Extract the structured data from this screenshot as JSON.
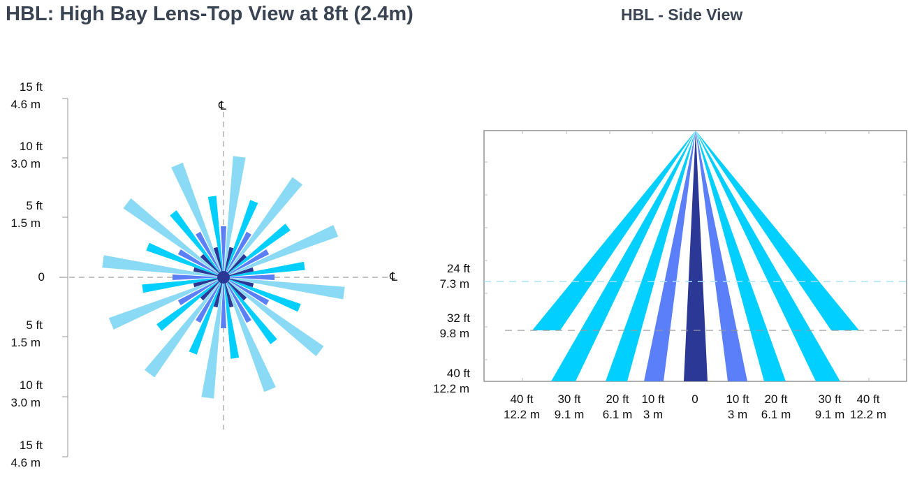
{
  "top_view": {
    "title": "HBL: High Bay Lens-Top View at 8ft (2.4m)",
    "centerline_symbol": "℄",
    "y_axis_labels": [
      {
        "ft": "15 ft",
        "m": "4.6 m"
      },
      {
        "ft": "10 ft",
        "m": "3.0 m"
      },
      {
        "ft": "5 ft",
        "m": "1.5 m"
      },
      {
        "ft": "0",
        "m": ""
      },
      {
        "ft": "5 ft",
        "m": "1.5 m"
      },
      {
        "ft": "10 ft",
        "m": "3.0 m"
      },
      {
        "ft": "15 ft",
        "m": "4.6 m"
      }
    ]
  },
  "side_view": {
    "title": "HBL - Side View",
    "y_labels": [
      {
        "ft": "24 ft",
        "m": "7.3 m"
      },
      {
        "ft": "32 ft",
        "m": "9.8 m"
      },
      {
        "ft": "40 ft",
        "m": "12.2 m"
      }
    ],
    "x_labels": [
      {
        "ft": "40 ft",
        "m": "12.2 m"
      },
      {
        "ft": "30 ft",
        "m": "9.1 m"
      },
      {
        "ft": "20 ft",
        "m": "6.1 m"
      },
      {
        "ft": "10 ft",
        "m": "3 m"
      },
      {
        "ft": "0",
        "m": ""
      },
      {
        "ft": "10 ft",
        "m": "3 m"
      },
      {
        "ft": "20 ft",
        "m": "6.1 m"
      },
      {
        "ft": "30 ft",
        "m": "9.1 m"
      },
      {
        "ft": "40 ft",
        "m": "12.2 m"
      }
    ]
  },
  "colors": {
    "light_blue": "#8adaf6",
    "cyan": "#00cfff",
    "blue": "#5b7ff8",
    "navy": "#2b3896",
    "title": "#3a4452"
  }
}
